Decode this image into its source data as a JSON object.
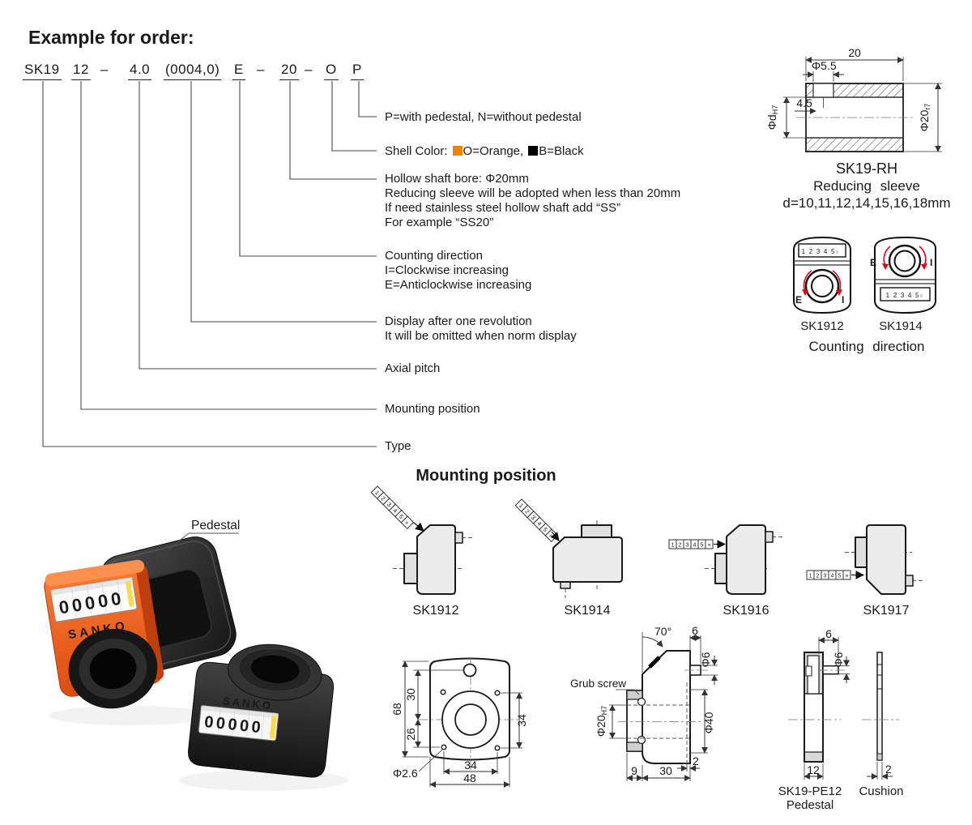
{
  "colors": {
    "orange": "#f08300",
    "black": "#000000",
    "red": "#e60012"
  },
  "order": {
    "heading": "Example for order:",
    "code": [
      "SK19",
      "12",
      "–",
      "4.0",
      "(0004,0)",
      "E",
      "–",
      "20",
      "–",
      "O",
      "P"
    ]
  },
  "notes": {
    "pedestal": "P=with pedestal, N=without pedestal",
    "shell_label": "Shell Color:",
    "shell_orange": "O=Orange,",
    "shell_black": "B=Black",
    "bore1": "Hollow shaft bore: Φ20mm",
    "bore2": "Reducing sleeve will be adopted when less than 20mm",
    "bore3": "If need stainless steel hollow shaft add “SS”",
    "bore4": "For example “SS20”",
    "dir1": "Counting direction",
    "dir2": "I=Clockwise increasing",
    "dir3": "E=Anticlockwise increasing",
    "rev1": "Display after one revolution",
    "rev2": "It will be omitted when norm display",
    "axial": "Axial pitch",
    "mounting": "Mounting position",
    "type": "Type"
  },
  "sleeve": {
    "dim_length": "20",
    "dim_hole": "Φ5.5",
    "dim_depth": "4.5",
    "bore": "Φd",
    "bore_sub": "H7",
    "od": "Φ20",
    "od_sub": "r7",
    "title": "SK19-RH",
    "subtitle": "Reducing sleeve",
    "range": "d=10,11,12,14,15,16,18mm"
  },
  "counting": {
    "window": "1 2 3 4 5",
    "end": "≡",
    "e": "E",
    "i": "I",
    "model1": "SK1912",
    "model2": "SK1914",
    "caption": "Counting direction"
  },
  "mounting": {
    "heading": "Mounting position",
    "digits": [
      "1",
      "2",
      "3",
      "4",
      "5",
      "≡"
    ],
    "models": [
      "SK1912",
      "SK1914",
      "SK1916",
      "SK1917"
    ]
  },
  "front": {
    "h": "68",
    "upper": "30",
    "lower": "26",
    "side": "34",
    "holes": "34",
    "w": "48",
    "hole_d": "Φ2.6"
  },
  "side": {
    "angle": "70°",
    "tab": "6",
    "tab_d": "Φ6",
    "od": "Φ40",
    "bore": "Φ20",
    "bore_sub": "H7",
    "grub": "Grub screw",
    "base": "9",
    "depth": "30",
    "lip": "2"
  },
  "ped": {
    "tab": "6",
    "tab_d": "Φ6",
    "w": "12",
    "title": "SK19-PE12",
    "caption": "Pedestal"
  },
  "cushion": {
    "t": "2",
    "caption": "Cushion"
  },
  "photo": {
    "label": "Pedestal",
    "counter": "00000",
    "brand": "SANKO"
  }
}
